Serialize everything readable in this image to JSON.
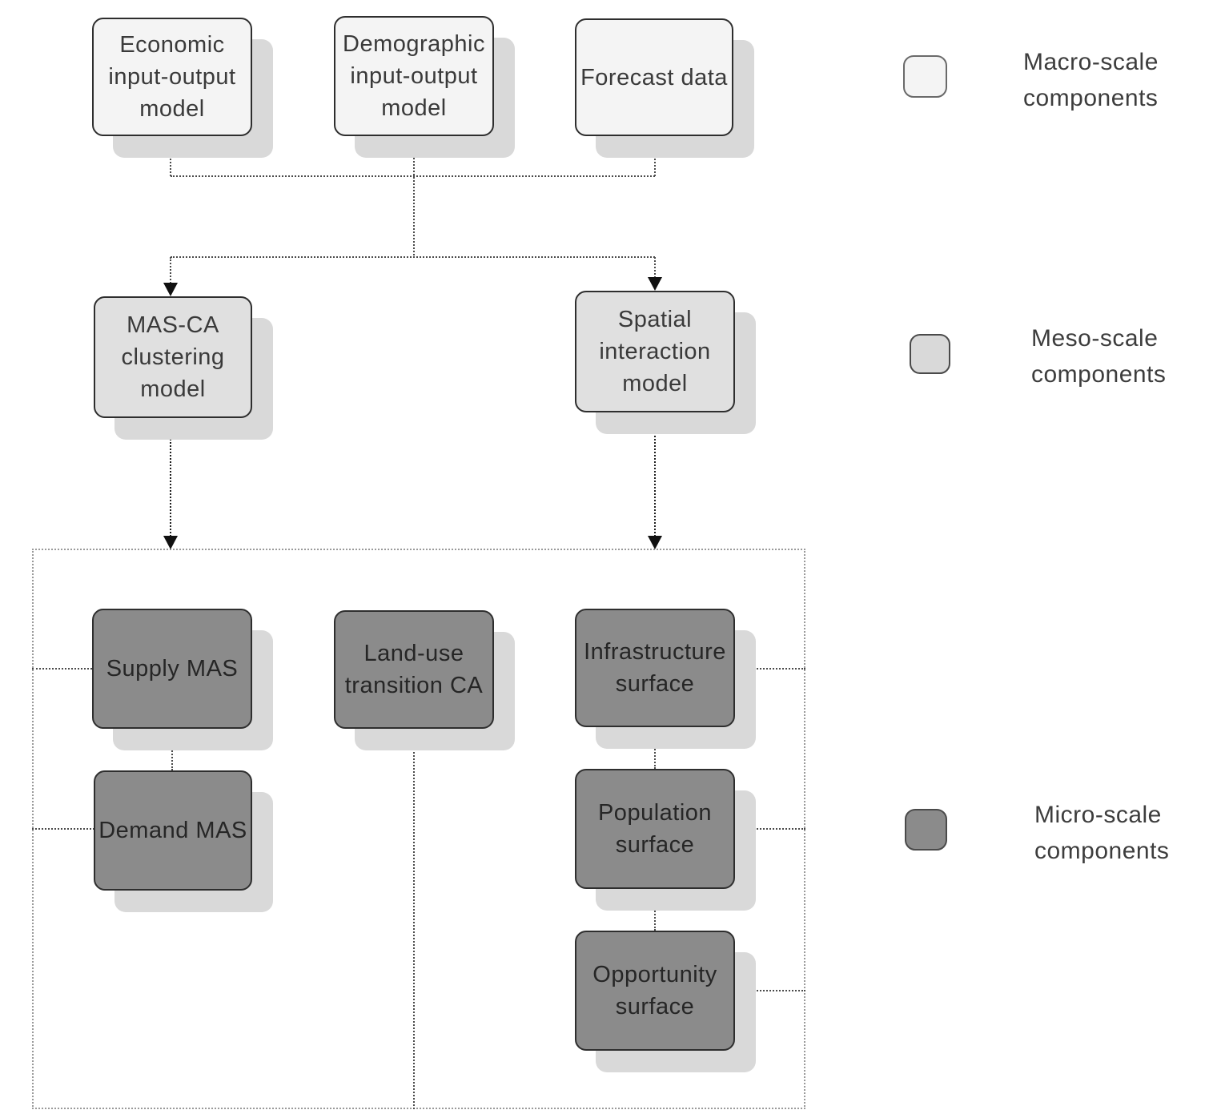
{
  "nodes": {
    "economic": {
      "label": "Economic\ninput-output\nmodel",
      "scale": "macro"
    },
    "demographic": {
      "label": "Demographic\ninput-output\nmodel",
      "scale": "macro"
    },
    "forecast": {
      "label": "Forecast data",
      "scale": "macro"
    },
    "mas_ca": {
      "label": "MAS-CA\nclustering\nmodel",
      "scale": "meso"
    },
    "spatial": {
      "label": "Spatial\ninteraction\nmodel",
      "scale": "meso"
    },
    "supply": {
      "label": "Supply MAS",
      "scale": "micro"
    },
    "demand": {
      "label": "Demand MAS",
      "scale": "micro"
    },
    "landuse": {
      "label": "Land-use\ntransition CA",
      "scale": "micro"
    },
    "infrastructure": {
      "label": "Infrastructure\nsurface",
      "scale": "micro"
    },
    "population": {
      "label": "Population\nsurface",
      "scale": "micro"
    },
    "opportunity": {
      "label": "Opportunity\nsurface",
      "scale": "micro"
    }
  },
  "legend": {
    "items": [
      {
        "id": "macro",
        "label": "Macro-scale\ncomponents"
      },
      {
        "id": "meso",
        "label": "Meso-scale\ncomponents"
      },
      {
        "id": "micro",
        "label": "Micro-scale\ncomponents"
      }
    ]
  },
  "colors": {
    "macro_fill": "#f4f4f4",
    "meso_fill": "#e0e0e0",
    "micro_fill": "#8b8b8b",
    "box_shadow": "#d9d9d9",
    "node_border": "#2e2e2e",
    "connector": "#4a4a4a",
    "container_border": "#9a9a9a",
    "arrow": "#111111",
    "text": "#3a3a3a"
  }
}
